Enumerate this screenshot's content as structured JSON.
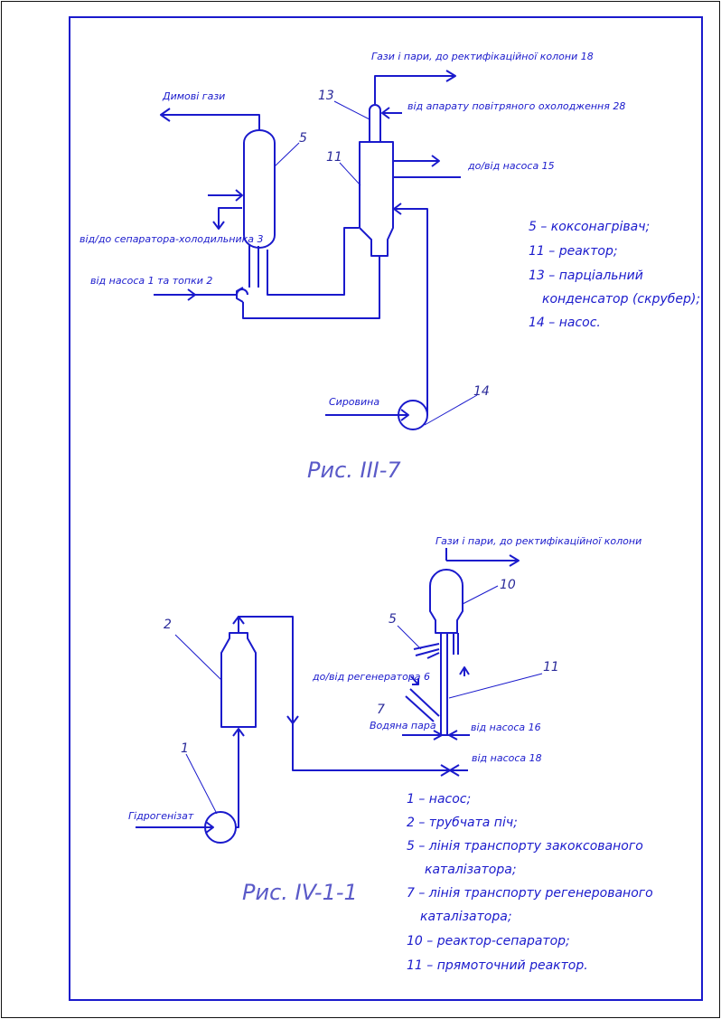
{
  "colors": {
    "line": "#1a1acc",
    "frame": "#111111",
    "caption": "#5a5ac8",
    "background": "#ffffff"
  },
  "fig1": {
    "labels": {
      "gases_top": "Гази і пари, до ректифікаційної колони 18",
      "from_air_cooler": "від апарату повітряного охолодження 28",
      "flue_gases": "Димові гази",
      "pump15": "до/від насоса 15",
      "separator3": "від/до сепаратора-холодильника 3",
      "pump1_furnace2": "від насоса 1 та топки 2",
      "raw": "Сировина"
    },
    "numbers": {
      "n13": "13",
      "n5": "5",
      "n11": "11",
      "n14": "14"
    },
    "legend": [
      "5 – коксонагрівач;",
      "11 – реактор;",
      "13 – парціальний",
      "конденсатор (скрубер);",
      "14 – насос."
    ],
    "caption": "Рис. III-7"
  },
  "fig2": {
    "labels": {
      "gases_top": "Гази і пари, до ректифікаційної колони",
      "regenerator6": "до/від регенератора 6",
      "steam": "Водяна пара",
      "pump16": "від насоса 16",
      "pump18": "від насоса 18",
      "hydrogenate": "Гідрогенізат"
    },
    "numbers": {
      "n10": "10",
      "n2": "2",
      "n5": "5",
      "n11": "11",
      "n7": "7",
      "n1": "1"
    },
    "legend": [
      "1 – насос;",
      "2 – трубчата піч;",
      "5 – лінія транспорту закоксованого",
      "каталізатора;",
      "7 – лінія транспорту регенерованого",
      "каталізатора;",
      "10 – реактор-сепаратор;",
      "11 – прямоточний реактор."
    ],
    "caption": "Рис. IV-1-1"
  }
}
